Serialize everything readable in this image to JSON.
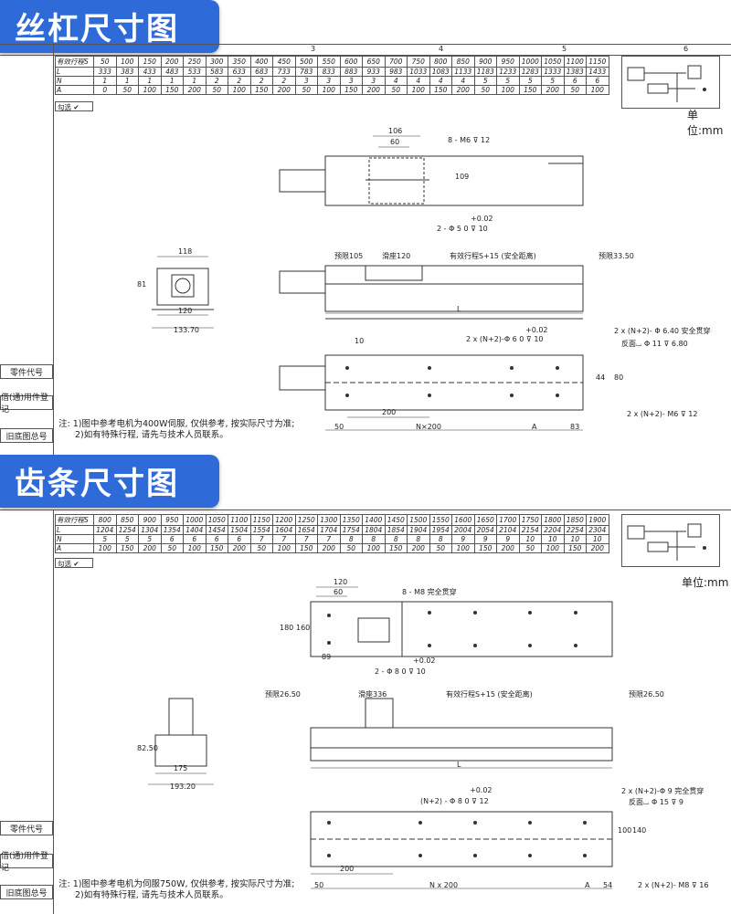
{
  "section1": {
    "title": "丝杠尺寸图",
    "col_numbers": [
      "3",
      "4",
      "5",
      "6"
    ],
    "table": {
      "rows": [
        {
          "label": "有效行程S",
          "cells": [
            "50",
            "100",
            "150",
            "200",
            "250",
            "300",
            "350",
            "400",
            "450",
            "500",
            "550",
            "600",
            "650",
            "700",
            "750",
            "800",
            "850",
            "900",
            "950",
            "1000",
            "1050",
            "1100",
            "1150"
          ]
        },
        {
          "label": "L",
          "cells": [
            "333",
            "383",
            "433",
            "483",
            "533",
            "583",
            "633",
            "683",
            "733",
            "783",
            "833",
            "883",
            "933",
            "983",
            "1033",
            "1083",
            "1133",
            "1183",
            "1233",
            "1283",
            "1333",
            "1383",
            "1433"
          ]
        },
        {
          "label": "N",
          "cells": [
            "1",
            "1",
            "1",
            "1",
            "1",
            "2",
            "2",
            "2",
            "2",
            "3",
            "3",
            "3",
            "3",
            "4",
            "4",
            "4",
            "4",
            "5",
            "5",
            "5",
            "5",
            "6",
            "6"
          ]
        },
        {
          "label": "A",
          "cells": [
            "0",
            "50",
            "100",
            "150",
            "200",
            "50",
            "100",
            "150",
            "200",
            "50",
            "100",
            "150",
            "200",
            "50",
            "100",
            "150",
            "200",
            "50",
            "100",
            "150",
            "200",
            "50",
            "100"
          ]
        }
      ],
      "check_label": "勾选"
    },
    "unit": "单位:mm",
    "side_labels": [
      "零件代号",
      "借(通)用件登记",
      "旧底图总号"
    ],
    "dims": {
      "d106": "106",
      "d60": "60",
      "bolts": "8 - M6 ⊽ 12",
      "h109": "109",
      "tol": "+0.02",
      "hole": "2 - Φ 5 0 ⊽ 10",
      "w118": "118",
      "h81": "81",
      "w120": "120",
      "w13370": "133.70",
      "pre105": "预限105",
      "slide120": "滑座120",
      "stroke": "有效行程S+15 (安全距离)",
      "pre3350": "预限33.50",
      "L": "L",
      "tol2": "+0.02",
      "hole2": "2 x (N+2)-Φ 6 0 ⊽ 10",
      "thru": "2 x (N+2)- Φ 6.40 安全贯穿",
      "cb": "反面⌴ Φ 11 ⊽ 6.80",
      "d10": "10",
      "d200": "200",
      "d50": "50",
      "nx": "N×200",
      "A": "A",
      "d83": "83",
      "h44": "44",
      "h80": "80",
      "m6": "2 x (N+2)- M6 ⊽ 12"
    },
    "notes": [
      "注: 1)图中参考电机为400W伺服, 仅供参考, 按实际尺寸为准;",
      "2)如有特殊行程, 请先与技术人员联系。"
    ]
  },
  "section2": {
    "title": "齿条尺寸图",
    "table": {
      "rows": [
        {
          "label": "有效行程S",
          "cells": [
            "800",
            "850",
            "900",
            "950",
            "1000",
            "1050",
            "1100",
            "1150",
            "1200",
            "1250",
            "1300",
            "1350",
            "1400",
            "1450",
            "1500",
            "1550",
            "1600",
            "1650",
            "1700",
            "1750",
            "1800",
            "1850",
            "1900"
          ]
        },
        {
          "label": "L",
          "cells": [
            "1204",
            "1254",
            "1304",
            "1354",
            "1404",
            "1454",
            "1504",
            "1554",
            "1604",
            "1654",
            "1704",
            "1754",
            "1804",
            "1854",
            "1904",
            "1954",
            "2004",
            "2054",
            "2104",
            "2154",
            "2204",
            "2254",
            "2304"
          ]
        },
        {
          "label": "N",
          "cells": [
            "5",
            "5",
            "5",
            "6",
            "6",
            "6",
            "6",
            "7",
            "7",
            "7",
            "7",
            "8",
            "8",
            "8",
            "8",
            "8",
            "9",
            "9",
            "9",
            "10",
            "10",
            "10",
            "10"
          ]
        },
        {
          "label": "A",
          "cells": [
            "100",
            "150",
            "200",
            "50",
            "100",
            "150",
            "200",
            "50",
            "100",
            "150",
            "200",
            "50",
            "100",
            "150",
            "200",
            "50",
            "100",
            "150",
            "200",
            "50",
            "100",
            "150",
            "200"
          ]
        }
      ],
      "check_label": "勾选"
    },
    "unit": "单位:mm",
    "side_labels": [
      "零件代号",
      "借(通)用件登记",
      "旧底图总号"
    ],
    "dims": {
      "d120": "120",
      "d60": "60",
      "bolts": "8 - M8 完全贯穿",
      "h180": "180",
      "h160": "160",
      "d89": "89",
      "tol": "+0.02",
      "hole": "2 - Φ 8 0 ⊽ 10",
      "pre2650": "预限26.50",
      "slide336": "滑座336",
      "stroke": "有效行程S+15 (安全距离)",
      "pre2650b": "预限26.50",
      "L": "L",
      "h8250": "82.50",
      "w175": "175",
      "w19320": "193.20",
      "tol2": "+0.02",
      "hole2": "(N+2) - Φ 8 0 ⊽ 12",
      "thru": "2 x (N+2)-Φ 9 完全贯穿",
      "cb": "反面⌴ Φ 15 ⊽ 9",
      "h100": "100",
      "h140": "140",
      "d200": "200",
      "d50": "50",
      "nx": "N x 200",
      "A": "A",
      "d54": "54",
      "m8": "2 x (N+2)- M8 ⊽ 16"
    },
    "notes": [
      "注: 1)图中参考电机为伺服750W, 仅供参考, 按实际尺寸为准;",
      "2)如有特殊行程, 请先与技术人员联系。"
    ]
  },
  "colors": {
    "tab": "#2f6bd8",
    "line": "#333333",
    "frame": "#555555"
  }
}
